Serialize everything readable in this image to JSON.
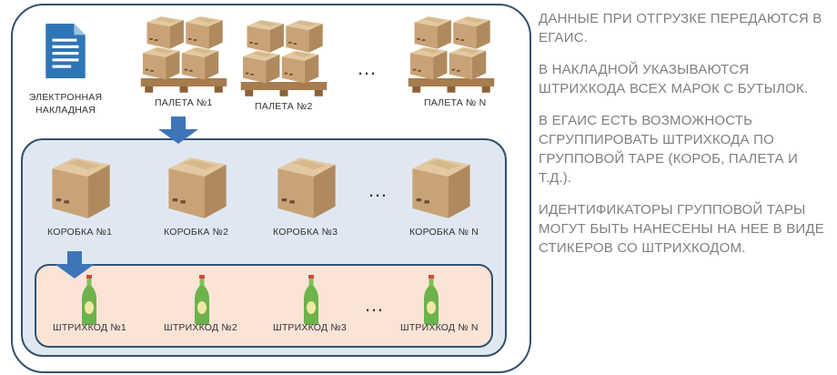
{
  "document_label": "ЭЛЕКТРОННАЯ НАКЛАДНАЯ",
  "pallets": [
    "ПАЛЕТА №1",
    "ПАЛЕТА №2",
    "ПАЛЕТА № N"
  ],
  "boxes": [
    "КОРОБКА №1",
    "КОРОБКА №2",
    "КОРОБКА №3",
    "КОРОБКА № N"
  ],
  "barcodes": [
    "ШТРИХКОД №1",
    "ШТРИХКОД №2",
    "ШТРИХКОД №3",
    "ШТРИХКОД № N"
  ],
  "ellipsis": "…",
  "notes": [
    "ДАННЫЕ ПРИ ОТГРУЗКЕ ПЕРЕДАЮТСЯ В ЕГАИС.",
    "В НАКЛАДНОЙ УКАЗЫВАЮТСЯ ШТРИХКОДА ВСЕХ МАРОК С БУТЫЛОК.",
    "В ЕГАИС ЕСТЬ ВОЗМОЖНОСТЬ СГРУППИРОВАТЬ ШТРИХКОДА ПО ГРУППОВОЙ ТАРЕ (КОРОБ, ПАЛЕТА И Т.Д.).",
    "ИДЕНТИФИКАТОРЫ ГРУППОВОЙ ТАРЫ МОГУТ БЫТЬ НАНЕСЕНЫ НА НЕЕ В ВИДЕ СТИКЕРОВ СО ШТРИХКОДОМ."
  ],
  "colors": {
    "border": "#34516f",
    "box_panel": "#dfe8f2",
    "bottle_panel": "#fbe3d6",
    "arrow": "#3e74b8",
    "note_text": "#7f7f7f"
  }
}
